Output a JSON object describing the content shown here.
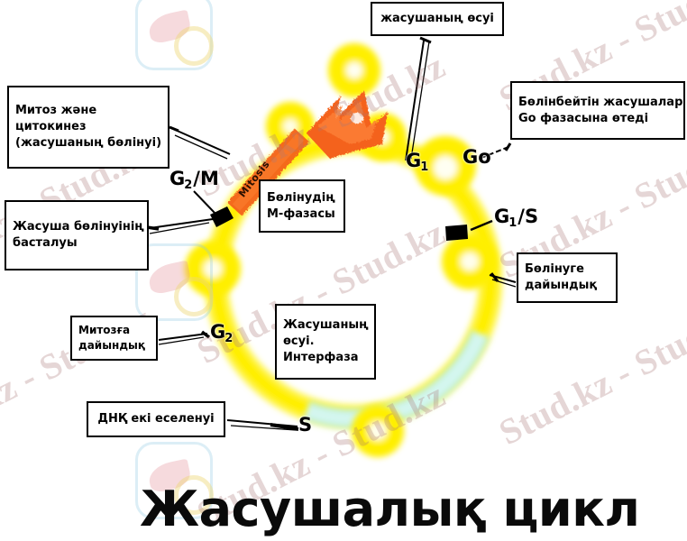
{
  "title": "Жасушалық цикл",
  "diagram": {
    "mitosis_band_label": "Mitosis",
    "phase_labels": [
      {
        "id": "g2m",
        "text": "G₂/M"
      },
      {
        "id": "g1",
        "text": "G₁"
      },
      {
        "id": "go",
        "text": "Go"
      },
      {
        "id": "g1s",
        "text": "G₁/S"
      },
      {
        "id": "g2",
        "text": "G₂"
      },
      {
        "id": "s",
        "text": "S"
      }
    ]
  },
  "callouts": [
    {
      "id": "mitosis-cytokinesis",
      "lines": [
        "Митоз және",
        "цитокинез",
        "(жасушаның бөлінуі)"
      ]
    },
    {
      "id": "cell-division-start",
      "lines": [
        "Жасуша бөлінуінің",
        "басталуы"
      ]
    },
    {
      "id": "cell-growth",
      "lines": [
        "жасушаның өсуі"
      ]
    },
    {
      "id": "m-phase",
      "lines": [
        "Бөлінудің",
        "М-фазасы"
      ]
    },
    {
      "id": "g0-phase",
      "lines": [
        "Бөлінбейтін жасушалар",
        "Go фазасына өтеді"
      ]
    },
    {
      "id": "ready-to-divide",
      "lines": [
        "Бөлінуге",
        "дайындық"
      ]
    },
    {
      "id": "interphase",
      "lines": [
        "Жасушаның",
        "өсуі.",
        "Интерфаза"
      ]
    },
    {
      "id": "mitosis-prep",
      "lines": [
        "Митозға",
        "дайындық"
      ]
    },
    {
      "id": "dna-replication",
      "lines": [
        "ДНҚ екі еселенуі"
      ]
    }
  ],
  "watermark": {
    "text": "Stud.kz - Stud.kz"
  },
  "colors": {
    "ring_yellow": "#ffef00",
    "ring_yellow_soft": "#fff95c",
    "mitosis_orange": "#f4621f",
    "s_phase_cyan": "#b7efe8",
    "checkpoint_black": "#000000",
    "box_border": "#000000",
    "title_color": "#0a0a0a"
  }
}
